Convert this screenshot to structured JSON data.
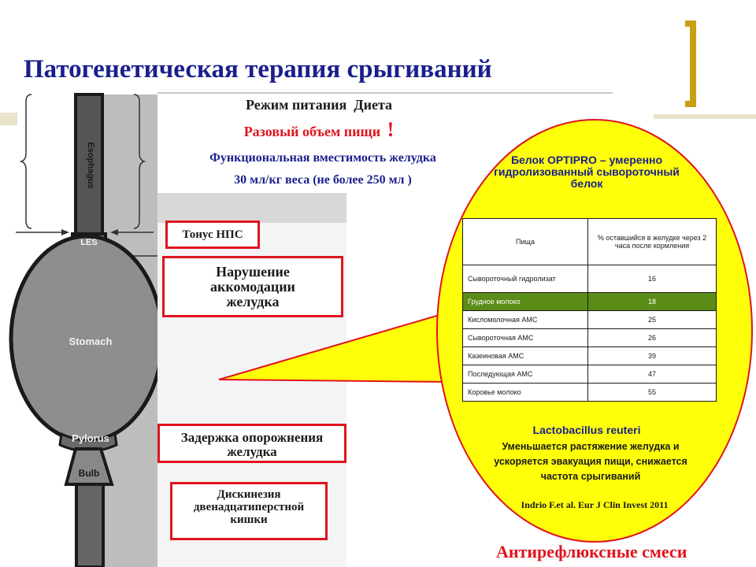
{
  "slide": {
    "title": "Патогенетическая терапия срыгиваний",
    "accent_color": "#1a1f8c",
    "red_color": "#e0141e",
    "bracket_color": "#c8a016"
  },
  "diagram": {
    "esophagus_label": "Esophagus",
    "les_label": "LES",
    "stomach_label": "Stomach",
    "pylorus_label": "Pylorus",
    "bulb_label": "Bulb"
  },
  "header": {
    "regime": "Режим питания  Диета",
    "volume": "Разовый объем пищи",
    "exclamation": "!",
    "capacity": "Функциональная вместимость желудка",
    "capacity_value": "30 мл/кг веса (не более 250 мл )"
  },
  "boxes": {
    "tonus": "Тонус НПС",
    "accommodation": "Нарушение аккомодации желудка",
    "delay": "Задержка опорожнения желудка",
    "dyskinesia": "Дискинезия двенадцатиперстной кишки"
  },
  "bubble": {
    "fill_color": "#ffff0a",
    "protein_title": "Белок OPTIPRO – умеренно гидролизованный сывороточный белок",
    "table": {
      "headers": [
        "Пища",
        "% оставшийся в желудке через 2 часа после кормления"
      ],
      "rows": [
        {
          "food": "Сывороточный гидролизат",
          "value": "16",
          "highlight": false
        },
        {
          "food": "Грудное молоко",
          "value": "18",
          "highlight": true
        },
        {
          "food": "Кисломолочная АМС",
          "value": "25",
          "highlight": false
        },
        {
          "food": "Сывороточная АМС",
          "value": "26",
          "highlight": false
        },
        {
          "food": "Казеиновая АМС",
          "value": "39",
          "highlight": false
        },
        {
          "food": "Последующая АМС",
          "value": "47",
          "highlight": false
        },
        {
          "food": "Коровье молоко",
          "value": "55",
          "highlight": false
        }
      ]
    },
    "lacto_title": "Lactobacillus reuteri",
    "lacto_text": "Уменьшается растяжение желудка и ускоряется эвакуация пищи, снижается частота срыгиваний",
    "citation": "Indrio F.et al. Eur J Clin Invest 2011"
  },
  "footer": {
    "antireflux": "Антирефлюксные смеси"
  }
}
